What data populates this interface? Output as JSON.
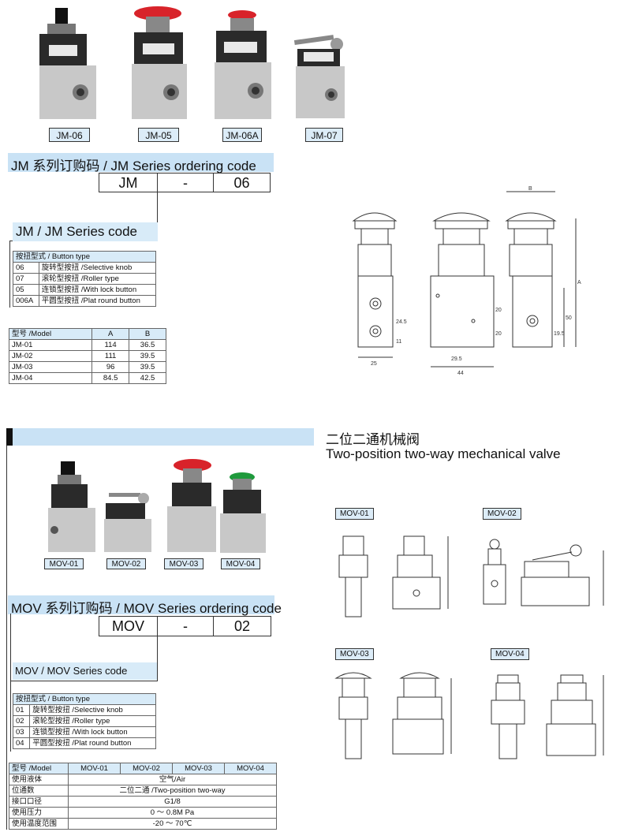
{
  "jm": {
    "products": [
      "JM-06",
      "JM-05",
      "JM-06A",
      "JM-07"
    ],
    "ordering_title": "JM 系列订购码 /  JM Series ordering code",
    "order_code": [
      "JM",
      "-",
      "06"
    ],
    "series_code": "JM / JM Series code",
    "button_type_header": "按扭型式 / Button type",
    "button_types": [
      {
        "code": "06",
        "label": "旋转型按扭 /Selective knob"
      },
      {
        "code": "07",
        "label": "滚轮型按扭 /Roller type"
      },
      {
        "code": "05",
        "label": "连锁型按扭 /With lock button"
      },
      {
        "code": "006A",
        "label": "平圆型按扭 /Plat round button"
      }
    ],
    "dim_table": {
      "headers": [
        "型号 /Model",
        "A",
        "B"
      ],
      "rows": [
        [
          "JM-01",
          "114",
          "36.5"
        ],
        [
          "JM-02",
          "111",
          "39.5"
        ],
        [
          "JM-03",
          "96",
          "39.5"
        ],
        [
          "JM-04",
          "84.5",
          "42.5"
        ]
      ]
    },
    "drawing_dims": [
      "B",
      "A",
      "24.5",
      "11",
      "25",
      "29.5",
      "44",
      "20",
      "20",
      "19.5",
      "50"
    ]
  },
  "mov": {
    "title_cn": "二位二通机械阀",
    "title_en": "Two-position two-way mechanical valve",
    "products": [
      "MOV-01",
      "MOV-02",
      "MOV-03",
      "MOV-04"
    ],
    "ordering_title": "MOV 系列订购码 /  MOV Series ordering code",
    "order_code": [
      "MOV",
      "-",
      "02"
    ],
    "series_code": "MOV / MOV Series code",
    "button_type_header": "按扭型式 / Button type",
    "button_types": [
      {
        "code": "01",
        "label": "旋转型按扭 /Selective knob"
      },
      {
        "code": "02",
        "label": "滚轮型按扭 /Roller type"
      },
      {
        "code": "03",
        "label": "连锁型按扭 /With lock button"
      },
      {
        "code": "04",
        "label": "平圆型按扭 /Plat round button"
      }
    ],
    "spec_table": {
      "headers": [
        "型号 /Model",
        "MOV-01",
        "MOV-02",
        "MOV-03",
        "MOV-04"
      ],
      "rows": [
        {
          "label": "使用液体",
          "value": "空气/Air"
        },
        {
          "label": "位通数",
          "value": "二位二通 /Two-position two-way"
        },
        {
          "label": "接口口径",
          "value": "G1/8"
        },
        {
          "label": "使用压力",
          "value": "0 ～ 0.8M Pa"
        },
        {
          "label": "使用温度范围",
          "value": "-20 ～ 70℃"
        }
      ]
    },
    "drawing_labels": [
      "MOV-01",
      "MOV-02",
      "MOV-03",
      "MOV-04"
    ]
  },
  "colors": {
    "accent_bar": "#c9e2f5",
    "label_bg": "#dcecf8",
    "red_button": "#d8232a",
    "green_button": "#1f9a3c"
  }
}
